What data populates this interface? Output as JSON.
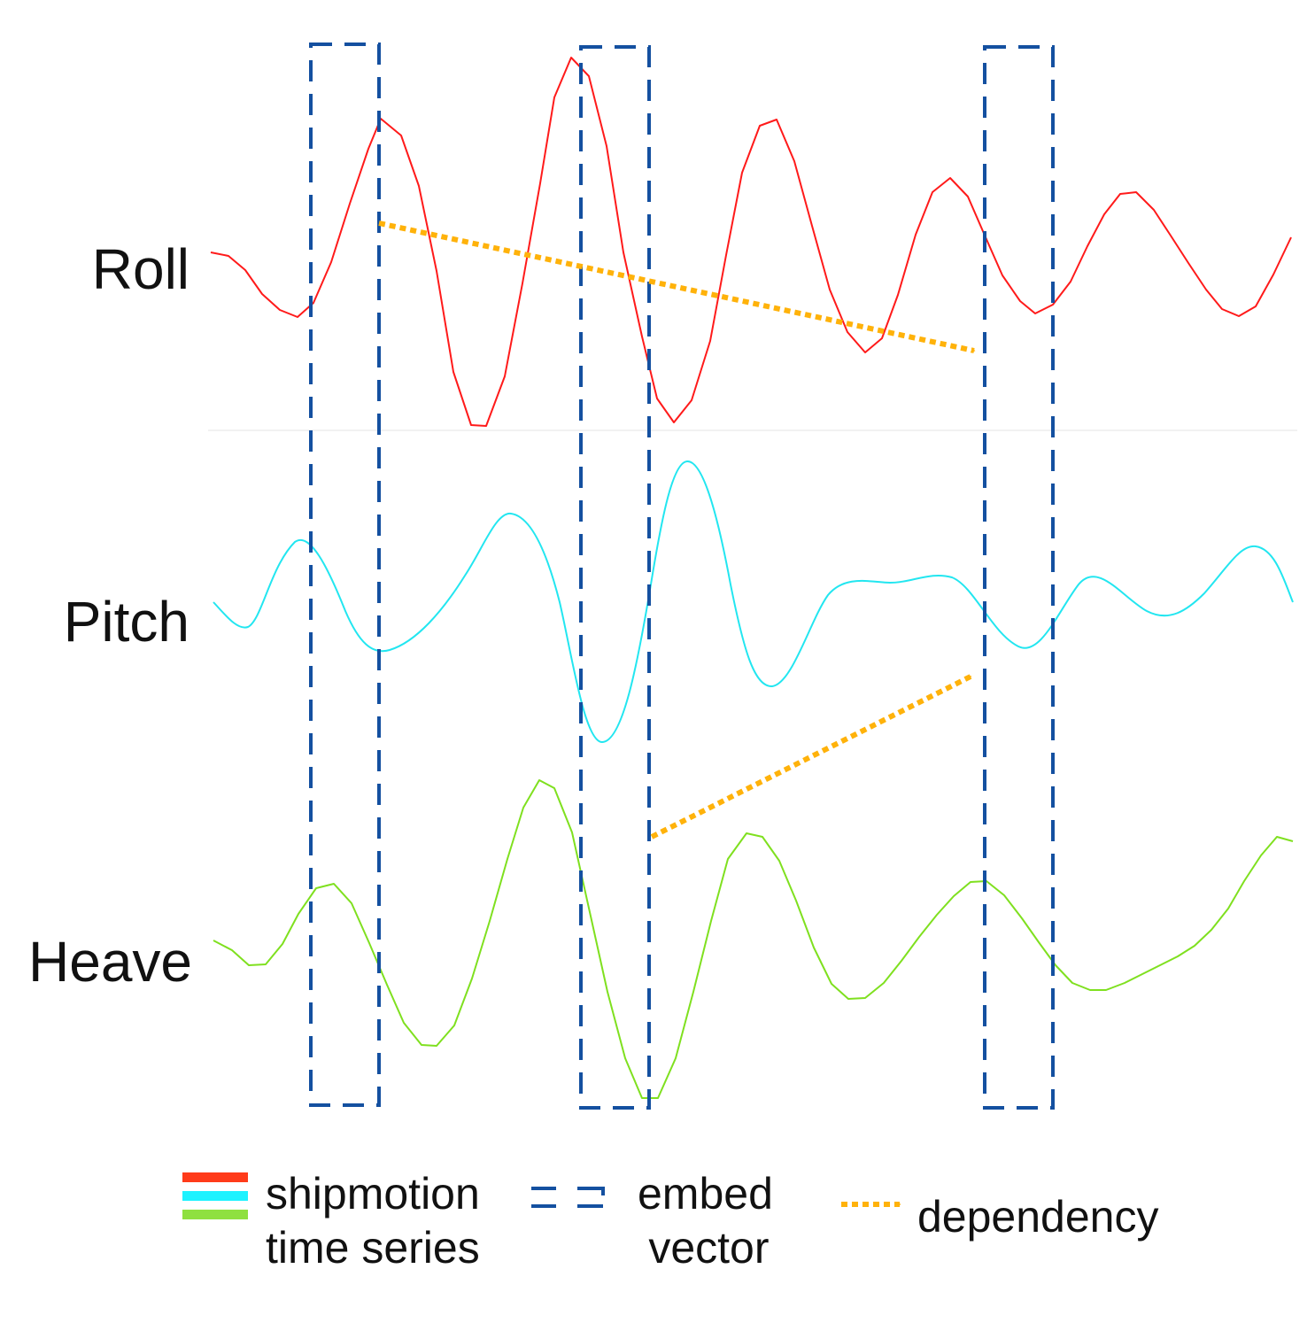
{
  "series_labels": {
    "roll": "Roll",
    "pitch": "Pitch",
    "heave": "Heave"
  },
  "legend": {
    "series_line1": "shipmotion",
    "series_line2": "time series",
    "embed_line1": "embed",
    "embed_line2": "vector",
    "dependency": "dependency"
  },
  "colors": {
    "roll": "#ff1a1a",
    "pitch": "#22e6f0",
    "heave": "#7fe01f",
    "embed_box": "#1450a0",
    "dependency_arrow": "#ffb20a",
    "legend_roll": "#ff3b1a",
    "legend_pitch": "#1ef2ff",
    "legend_heave": "#8fe040"
  }
}
